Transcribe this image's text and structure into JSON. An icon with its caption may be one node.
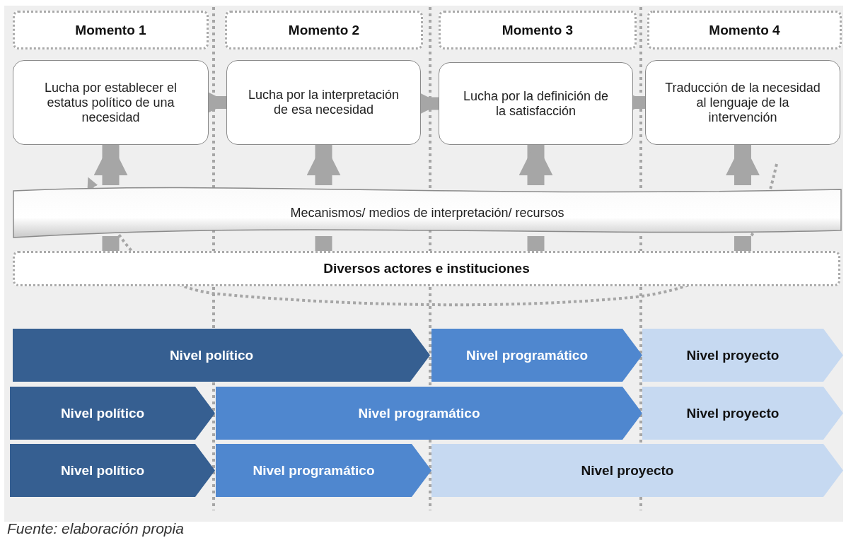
{
  "diagram": {
    "caption": "Fuente: elaboración propia",
    "nodes": [
      {
        "text": [
          "Momento 1"
        ]
      },
      {
        "text": [
          "Momento 2"
        ]
      },
      {
        "text": [
          "Momento 3"
        ]
      },
      {
        "text": [
          "Momento 4"
        ]
      },
      {
        "text": [
          "Lucha por establecer el estatus político de una necesidad"
        ]
      },
      {
        "text": [
          "Lucha por la interpretación de esa necesidad"
        ]
      },
      {
        "text": [
          "Lucha por la definición de la satisfacción"
        ]
      },
      {
        "text": [
          "Traducción de la necesidad al lenguaje de la intervención"
        ]
      },
      {
        "text": [
          "Mecanismos/ medios de interpretación/ recursos"
        ]
      },
      {
        "text": [
          "Diversos actores e instituciones"
        ]
      },
      {
        "text": [
          "Nivel político"
        ]
      },
      {
        "text": [
          "Nivel programático"
        ]
      },
      {
        "text": [
          "Nivel proyecto"
        ]
      },
      {
        "text": [
          "Nivel político"
        ]
      },
      {
        "text": [
          "Nivel programático"
        ]
      },
      {
        "text": [
          "Nivel proyecto"
        ]
      },
      {
        "text": [
          "Nivel político"
        ]
      },
      {
        "text": [
          "Nivel programático"
        ]
      },
      {
        "text": [
          "Nivel proyecto"
        ]
      }
    ],
    "edges": [
      {
        "from": 4,
        "to": 5,
        "arrow": "to"
      },
      {
        "from": 5,
        "to": 6,
        "arrow": "to"
      },
      {
        "from": 6,
        "to": 7,
        "arrow": "to"
      },
      {
        "from": 9,
        "to": 8,
        "arrow": "none"
      },
      {
        "from": 8,
        "to": 4,
        "arrow": "to"
      },
      {
        "from": 9,
        "to": 8,
        "arrow": "none"
      },
      {
        "from": 8,
        "to": 5,
        "arrow": "to"
      },
      {
        "from": 9,
        "to": 8,
        "arrow": "none"
      },
      {
        "from": 8,
        "to": 6,
        "arrow": "to"
      },
      {
        "from": 9,
        "to": 8,
        "arrow": "none"
      },
      {
        "from": 8,
        "to": 7,
        "arrow": "to"
      }
    ]
  }
}
